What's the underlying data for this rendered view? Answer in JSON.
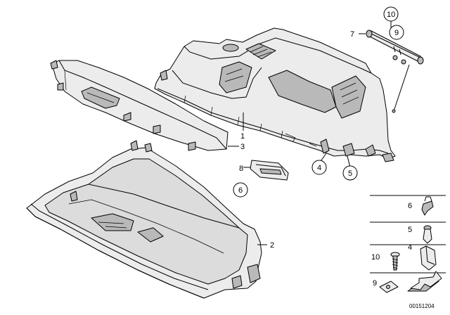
{
  "callouts": {
    "c1": "1",
    "c2": "2",
    "c3": "3",
    "c4": "4",
    "c5": "5",
    "c6": "6",
    "c7": "7",
    "c8": "8",
    "c9": "9",
    "c10": "10"
  },
  "legend": [
    {
      "num": "6",
      "part": "clip-nut"
    },
    {
      "num": "5",
      "part": "expanding-rivet"
    },
    {
      "num": "4",
      "part": "spring-clip"
    },
    {
      "num": "10",
      "part": "screw"
    },
    {
      "num": "9",
      "part": "sheet-nut"
    }
  ],
  "diagram_id": "00151204"
}
